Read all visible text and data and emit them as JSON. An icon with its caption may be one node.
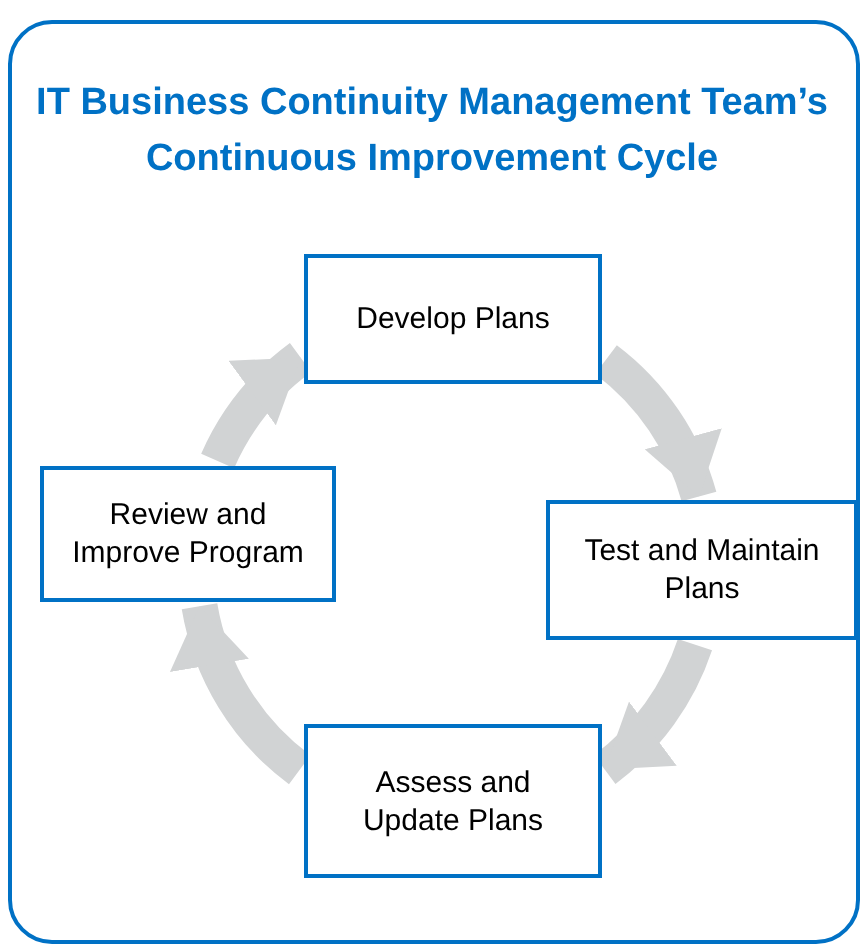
{
  "diagram": {
    "title": "IT Business Continuity Management Team’s Continuous Improvement Cycle",
    "nodes": [
      {
        "text": [
          "Develop Plans"
        ]
      },
      {
        "text": [
          "Test and Maintain Plans"
        ]
      },
      {
        "text": [
          "Assess and Update Plans"
        ]
      },
      {
        "text": [
          "Review and Improve Program"
        ]
      }
    ],
    "edges": [
      {
        "from": 0,
        "to": 1,
        "arrow": "to"
      },
      {
        "from": 1,
        "to": 2,
        "arrow": "to"
      },
      {
        "from": 2,
        "to": 3,
        "arrow": "to"
      },
      {
        "from": 3,
        "to": 0,
        "arrow": "to"
      }
    ]
  }
}
